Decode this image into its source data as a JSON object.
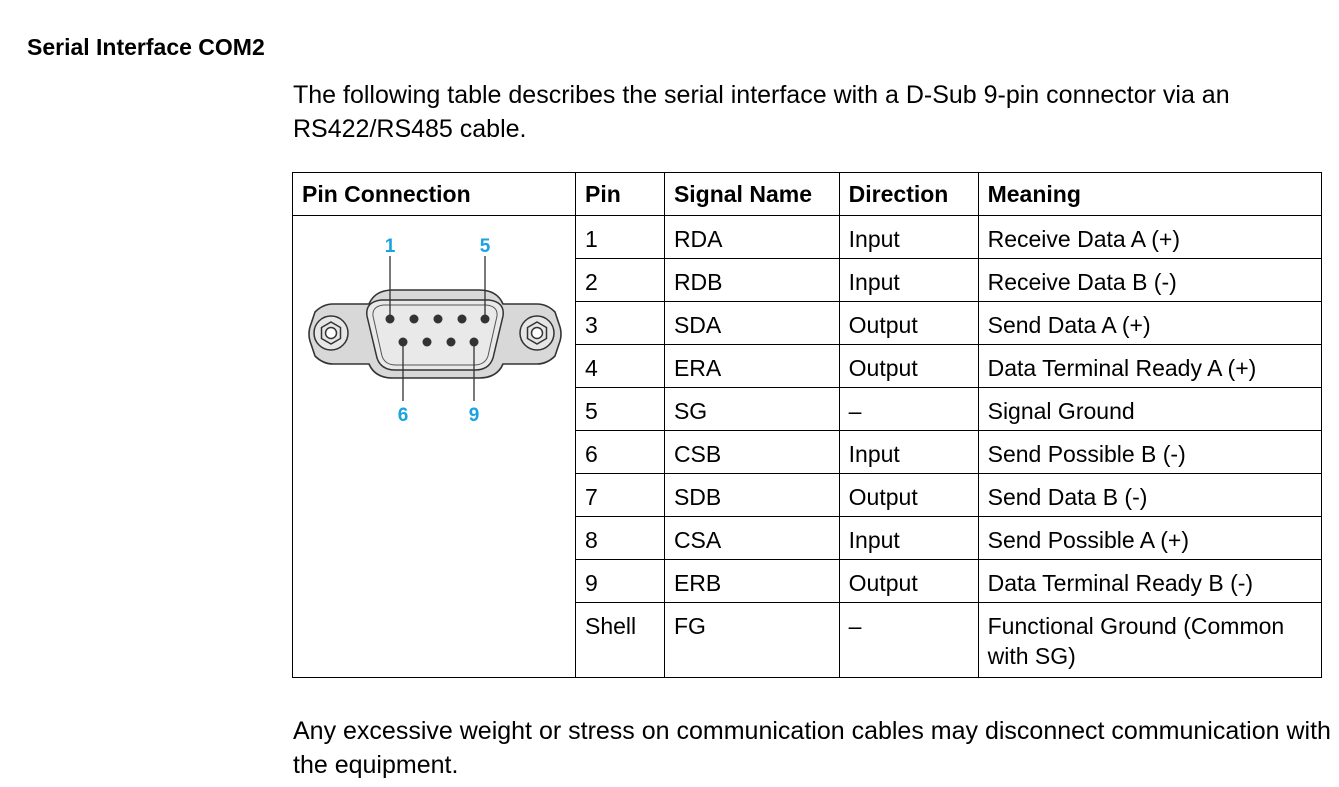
{
  "heading": "Serial Interface COM2",
  "intro": "The following table describes the serial interface with a D-Sub 9-pin connector via an RS422/RS485 cable.",
  "table": {
    "headers": [
      "Pin Connection",
      "Pin",
      "Signal Name",
      "Direction",
      "Meaning"
    ],
    "rows": [
      {
        "pin": "1",
        "signal": "RDA",
        "direction": "Input",
        "meaning": "Receive Data A (+)"
      },
      {
        "pin": "2",
        "signal": "RDB",
        "direction": "Input",
        "meaning": "Receive Data B (-)"
      },
      {
        "pin": "3",
        "signal": "SDA",
        "direction": "Output",
        "meaning": "Send Data A (+)"
      },
      {
        "pin": "4",
        "signal": "ERA",
        "direction": "Output",
        "meaning": "Data Terminal Ready A (+)"
      },
      {
        "pin": "5",
        "signal": "SG",
        "direction": "–",
        "meaning": "Signal Ground"
      },
      {
        "pin": "6",
        "signal": "CSB",
        "direction": "Input",
        "meaning": "Send Possible B (-)"
      },
      {
        "pin": "7",
        "signal": "SDB",
        "direction": "Output",
        "meaning": "Send Data B (-)"
      },
      {
        "pin": "8",
        "signal": "CSA",
        "direction": "Input",
        "meaning": "Send Possible A (+)"
      },
      {
        "pin": "9",
        "signal": "ERB",
        "direction": "Output",
        "meaning": "Data Terminal Ready B (-)"
      },
      {
        "pin": "Shell",
        "signal": "FG",
        "direction": "–",
        "meaning": "Functional Ground (Common with SG)"
      }
    ]
  },
  "diagram": {
    "pin_labels": {
      "top_left": "1",
      "top_right": "5",
      "bottom_left": "6",
      "bottom_right": "9"
    },
    "label_color": "#1aa3e0"
  },
  "outro": "Any excessive weight or stress on communication cables may disconnect communication with the equipment."
}
